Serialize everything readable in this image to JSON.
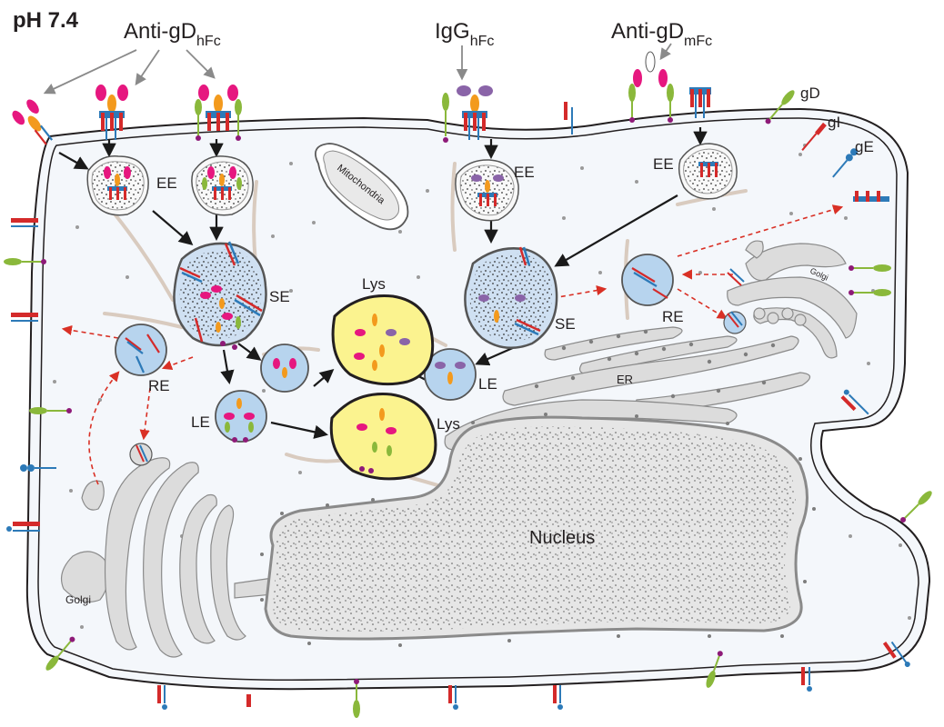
{
  "title": "pH 7.4",
  "antibodies": {
    "anti_gd_hfc": {
      "main": "Anti-gD",
      "sub": "hFc"
    },
    "igg_hfc": {
      "main": "IgG",
      "sub": "hFc"
    },
    "anti_gd_mfc": {
      "main": "Anti-gD",
      "sub": "mFc"
    }
  },
  "glycoproteins": {
    "gd": "gD",
    "gi": "gI",
    "ge": "gE"
  },
  "compartments": {
    "ee": "EE",
    "se": "SE",
    "re": "RE",
    "le": "LE",
    "lys": "Lys",
    "er": "ER",
    "golgi": "Golgi",
    "mitochondria": "Mitochondria",
    "nucleus": "Nucleus"
  },
  "colors": {
    "magenta": "#e6177f",
    "orange": "#f39a1d",
    "purple": "#8a64a8",
    "green": "#8ab83b",
    "red": "#d42a2a",
    "blue": "#2d7ab8",
    "dot_purple": "#8e1a78",
    "endosome_fill": "#cfe0f2",
    "lysosome_fill": "#fbf38f",
    "organelle_gray": "#dcdcdc",
    "cytoskeleton": "#d9cbbf",
    "arrow_red": "#d93025"
  }
}
